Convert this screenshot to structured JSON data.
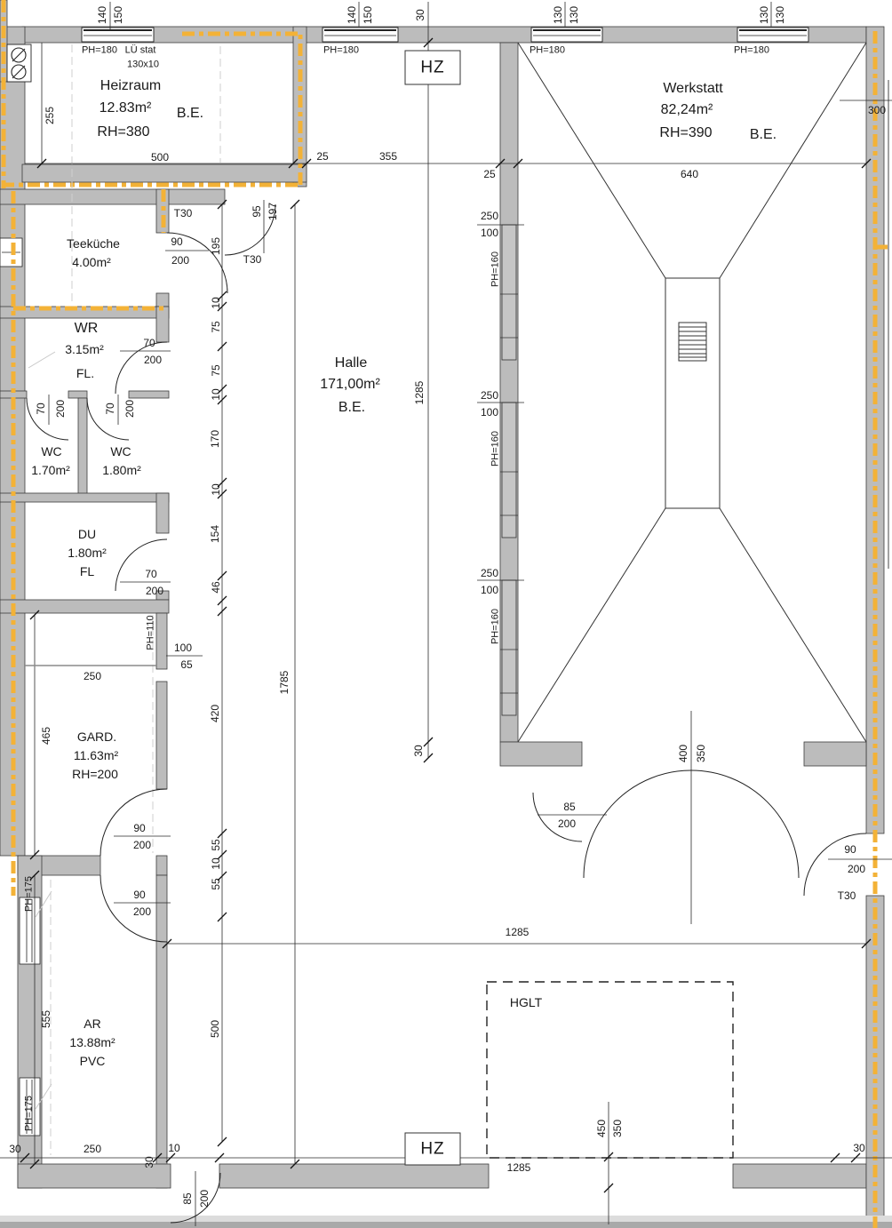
{
  "drawing": {
    "type": "floor-plan",
    "wall_color": "#bcbcbc",
    "fire_line_color": "#f3b237",
    "line_color": "#2a2a2a"
  },
  "rooms": {
    "heizraum": {
      "name": "Heizraum",
      "area": "12.83m²",
      "finish": "B.E.",
      "room_height": "RH=380"
    },
    "werkstatt": {
      "name": "Werkstatt",
      "area": "82,24m²",
      "room_height": "RH=390",
      "finish": "B.E."
    },
    "halle": {
      "name": "Halle",
      "area": "171,00m²",
      "finish": "B.E."
    },
    "teekueche": {
      "name": "Teeküche",
      "area": "4.00m²"
    },
    "wr": {
      "name": "WR",
      "area": "3.15m²",
      "floor": "FL."
    },
    "wc1": {
      "name": "WC",
      "area": "1.70m²"
    },
    "wc2": {
      "name": "WC",
      "area": "1.80m²"
    },
    "du": {
      "name": "DU",
      "area": "1.80m²",
      "floor": "FL"
    },
    "gard": {
      "name": "GARD.",
      "area": "11.63m²",
      "room_height": "RH=200"
    },
    "ar": {
      "name": "AR",
      "area": "13.88m²",
      "floor": "PVC"
    }
  },
  "boxes": {
    "hz_top": "HZ",
    "hz_bottom": "HZ",
    "hglt": "HGLT"
  },
  "dims": {
    "w1_w": "140",
    "w1_h": "150",
    "w1_ph": "PH=180",
    "lu1": "LÜ stat",
    "lu2": "130x10",
    "v255": "255",
    "h500": "500",
    "w2_w": "140",
    "w2_h": "150",
    "w2_ph": "PH=180",
    "d30top": "30",
    "w3_a": "130",
    "w3_b": "130",
    "w3_ph": "PH=180",
    "w4_a": "130",
    "w4_b": "130",
    "w4_ph": "PH=180",
    "h640": "640",
    "d25a": "25",
    "d355": "355",
    "d25b": "25",
    "d300": "300",
    "u1_250": "250",
    "u1_100": "100",
    "u1_ph": "PH=160",
    "u2_250": "250",
    "u2_100": "100",
    "u2_ph": "PH=160",
    "u3_250": "250",
    "u3_100": "100",
    "u3_ph": "PH=160",
    "tk_t30": "T30",
    "tk_90": "90",
    "tk_200": "200",
    "v195": "195",
    "v95": "95",
    "v197": "197",
    "t30b": "T30",
    "wr_70": "70",
    "wr_200": "200",
    "ch_10a": "10",
    "ch_75a": "75",
    "ch_75b": "75",
    "ch_10b": "10",
    "ch_170": "170",
    "ch_10c": "10",
    "ch_154": "154",
    "ch_46": "46",
    "ch_420": "420",
    "ch_55a": "55",
    "ch_10d": "10",
    "ch_55b": "55",
    "ch_500": "500",
    "wc1_70": "70",
    "wc1_200": "200",
    "wc2_70": "70",
    "wc2_200": "200",
    "v1285": "1285",
    "v30h": "30",
    "v1785": "1785",
    "du_70": "70",
    "du_200": "200",
    "ph110": "PH=110",
    "n100": "100",
    "n65": "65",
    "g250": "250",
    "v465": "465",
    "gd_90": "90",
    "gd_200": "200",
    "ar_90": "90",
    "ar_200": "200",
    "ph175a": "PH=175",
    "ph175b": "PH=175",
    "v555": "555",
    "b30a": "30",
    "b250": "250",
    "b30rot": "30",
    "b10": "10",
    "b85": "85",
    "b200": "200",
    "b1285": "1285",
    "b30r": "30",
    "m1285": "1285",
    "v450": "450",
    "v350": "350",
    "wd85": "85",
    "wd200": "200",
    "wd400": "400",
    "wd350": "350",
    "wr90": "90",
    "wr200": "200",
    "wrt30": "T30"
  }
}
